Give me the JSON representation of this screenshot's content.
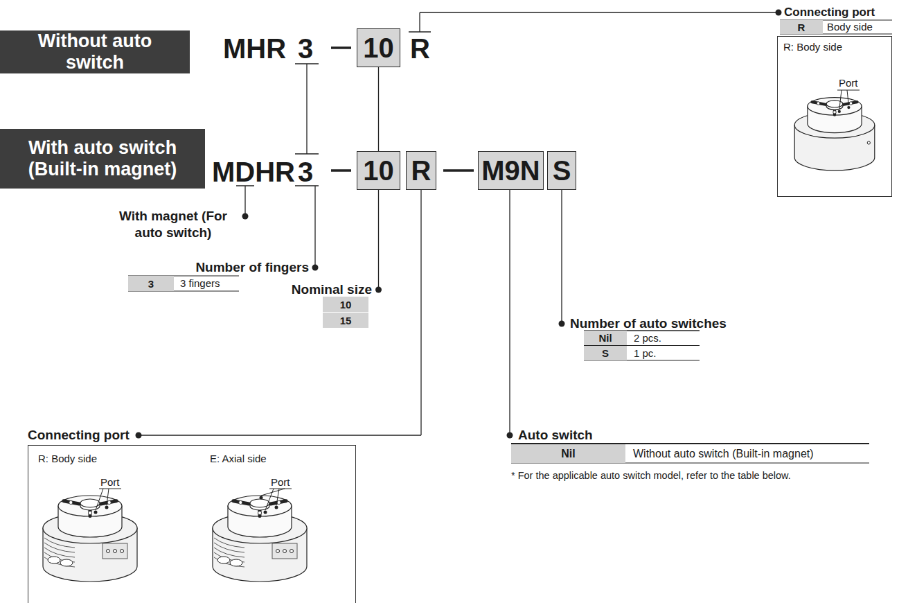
{
  "diagram": {
    "nodes": [
      {
        "text": [
          "Without auto switch"
        ]
      },
      {
        "text": [
          "10"
        ]
      },
      {
        "text": [
          "R"
        ]
      },
      {
        "text": [
          "R: Body side",
          "Port"
        ]
      },
      {
        "text": [
          "With auto switch (Built-in magnet)"
        ]
      },
      {
        "text": [
          "10"
        ]
      },
      {
        "text": [
          "R"
        ]
      },
      {
        "text": [
          "M9N"
        ]
      },
      {
        "text": [
          "S"
        ]
      },
      {
        "text": [
          "3"
        ]
      },
      {
        "text": [
          "10"
        ]
      },
      {
        "text": [
          "15"
        ]
      },
      {
        "text": [
          "Nil"
        ]
      },
      {
        "text": [
          "S"
        ]
      },
      {
        "text": [
          "R: Body side",
          "Port",
          "E: Axial side",
          "Port"
        ]
      },
      {
        "text": [
          "Nil"
        ]
      }
    ],
    "edges": [
      {
        "from": 1,
        "to": 5,
        "arrow": "none"
      }
    ],
    "labels": [
      "MHR",
      "3",
      "R",
      "Connecting port",
      "Body side",
      "MDHR",
      "3",
      "With magnet (For auto switch)",
      "Number of fingers",
      "3 fingers",
      "Nominal size",
      "Number of auto switches",
      "2 pcs.",
      "1 pc.",
      "Connecting port",
      "Auto switch",
      "Without auto switch (Built-in magnet)",
      "* For the applicable auto switch model, refer to the table below."
    ]
  }
}
